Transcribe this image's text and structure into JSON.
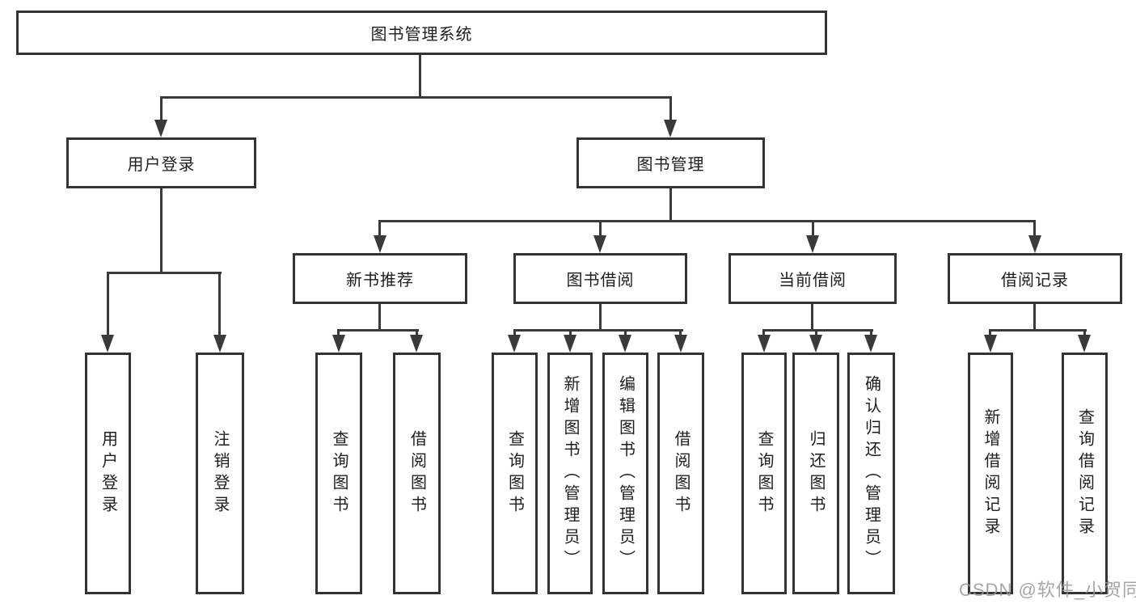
{
  "tree": {
    "label": "图书管理系统",
    "children": [
      {
        "label": "用户登录",
        "children": [
          {
            "label": "用户登录"
          },
          {
            "label": "注销登录"
          }
        ]
      },
      {
        "label": "图书管理",
        "children": [
          {
            "label": "新书推荐",
            "children": [
              {
                "label": "查询图书"
              },
              {
                "label": "借阅图书"
              }
            ]
          },
          {
            "label": "图书借阅",
            "children": [
              {
                "label": "查询图书"
              },
              {
                "label": "新增图书（管理员）"
              },
              {
                "label": "编辑图书（管理员）"
              },
              {
                "label": "借阅图书"
              }
            ]
          },
          {
            "label": "当前借阅",
            "children": [
              {
                "label": "查询图书"
              },
              {
                "label": "归还图书"
              },
              {
                "label": "确认归还（管理员）"
              }
            ]
          },
          {
            "label": "借阅记录",
            "children": [
              {
                "label": "新增借阅记录"
              },
              {
                "label": "查询借阅记录"
              }
            ]
          }
        ]
      }
    ]
  },
  "watermark": "CSDN @软件_小贺同学",
  "colors": {
    "line": "#3a3a3a",
    "box_border": "#333333",
    "text": "#1e1e1e",
    "watermark": "#969696",
    "background": "#ffffff"
  }
}
